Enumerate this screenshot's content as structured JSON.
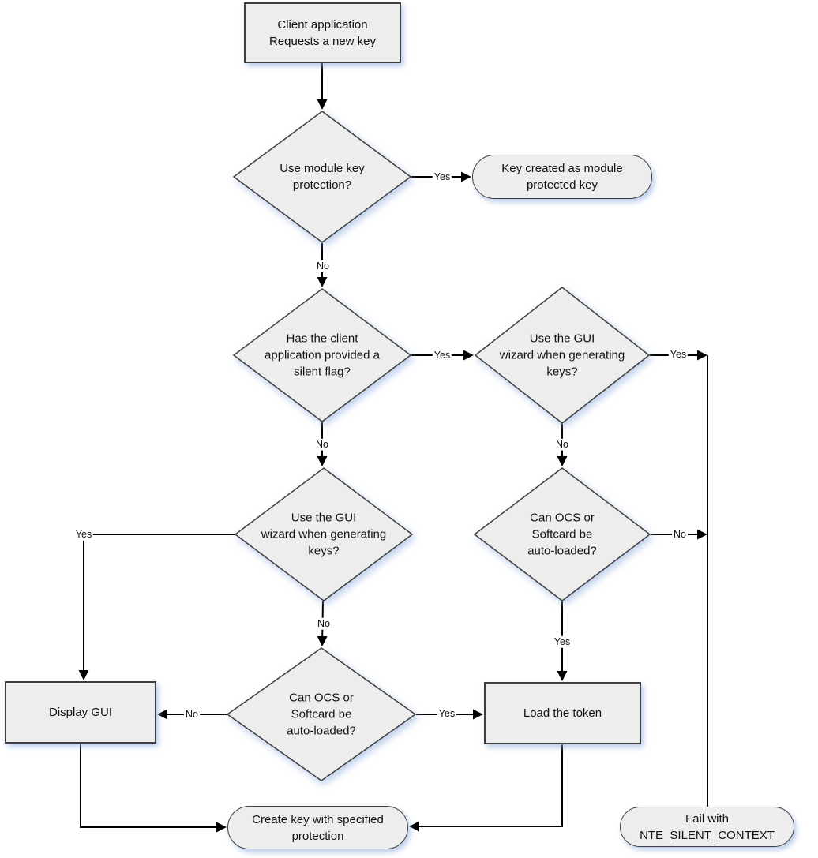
{
  "diagram": {
    "type": "flowchart",
    "colors": {
      "node_fill": "#ededed",
      "node_border": "#3f3f3f",
      "connector": "#000000",
      "shadow": "#93b1df",
      "background": "#ffffff"
    }
  },
  "nodes": {
    "client_request": {
      "shape": "rectangle",
      "label": "Client application\nRequests a new key"
    },
    "module_protection": {
      "shape": "diamond",
      "label": "Use module key\nprotection?"
    },
    "module_protected_key": {
      "shape": "stadium",
      "label": "Key created as module\nprotected key"
    },
    "silent_flag": {
      "shape": "diamond",
      "label": "Has the client\napplication provided a\nsilent flag?"
    },
    "gui_wizard_silent": {
      "shape": "diamond",
      "label": "Use the GUI\nwizard when generating\nkeys?"
    },
    "ocs_autoload_silent": {
      "shape": "diamond",
      "label": "Can OCS or\nSoftcard be\nauto-loaded?"
    },
    "gui_wizard": {
      "shape": "diamond",
      "label": "Use the GUI\nwizard when generating\nkeys?"
    },
    "ocs_autoload": {
      "shape": "diamond",
      "label": "Can OCS or\nSoftcard be\nauto-loaded?"
    },
    "display_gui": {
      "shape": "rectangle",
      "label": "Display GUI"
    },
    "load_token": {
      "shape": "rectangle",
      "label": "Load the token"
    },
    "create_key": {
      "shape": "stadium",
      "label": "Create key with specified\nprotection"
    },
    "fail": {
      "shape": "stadium",
      "label": "Fail with\nNTE_SILENT_CONTEXT"
    }
  },
  "edge_labels": {
    "module_yes": "Yes",
    "module_no": "No",
    "silent_yes": "Yes",
    "silent_no": "No",
    "wizard_silent_yes": "Yes",
    "wizard_silent_no": "No",
    "ocs_silent_no": "No",
    "ocs_silent_yes": "Yes",
    "wizard_yes": "Yes",
    "wizard_no": "No",
    "ocs_no": "No",
    "ocs_yes": "Yes"
  }
}
